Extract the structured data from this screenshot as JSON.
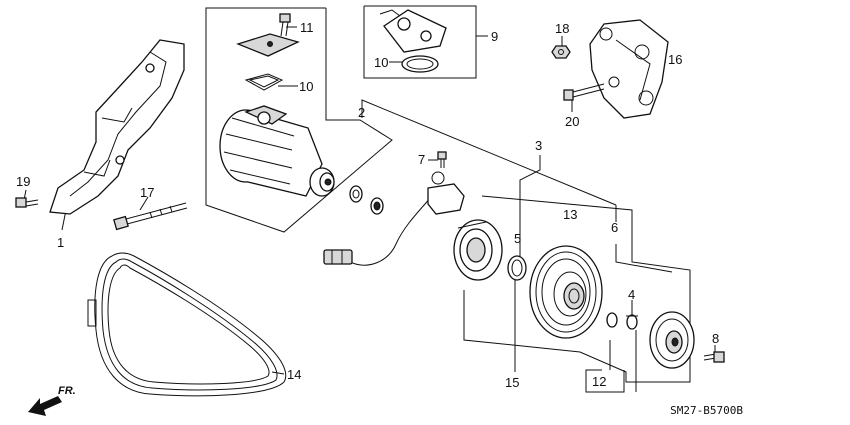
{
  "diagram": {
    "reference_code": "SM27-B5700B",
    "direction_label": "FR.",
    "callouts": {
      "c1": "1",
      "c2": "2",
      "c3": "3",
      "c4": "4",
      "c5": "5",
      "c6": "6",
      "c7": "7",
      "c8": "8",
      "c9": "9",
      "c10a": "10",
      "c10b": "10",
      "c11": "11",
      "c12": "12",
      "c13": "13",
      "c14": "14",
      "c15": "15",
      "c16": "16",
      "c17": "17",
      "c18": "18",
      "c19": "19",
      "c20": "20"
    }
  }
}
